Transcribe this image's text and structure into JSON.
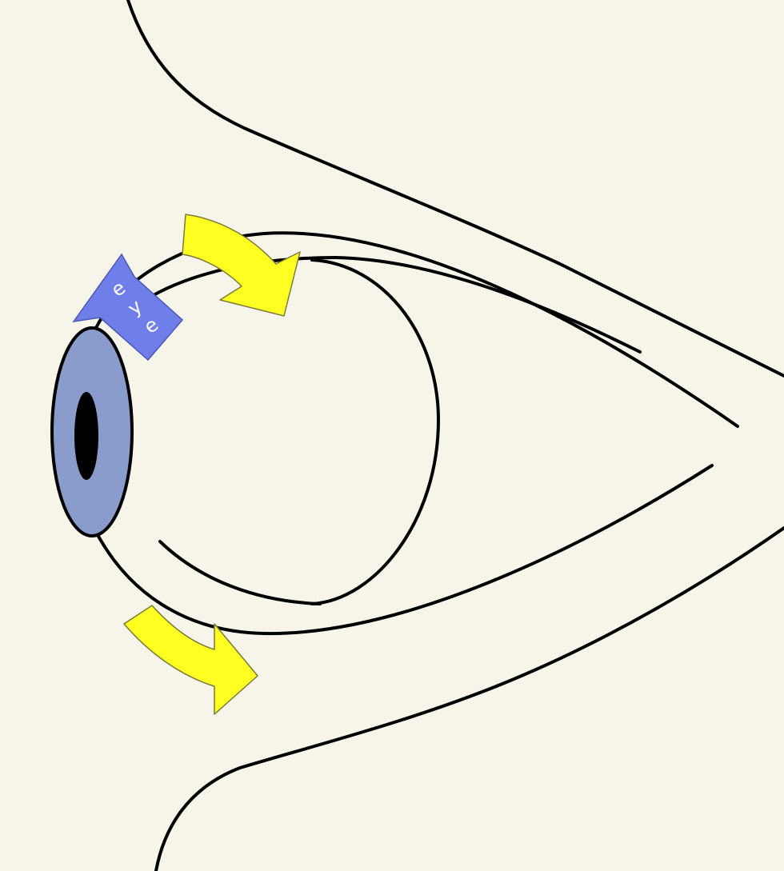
{
  "diagram": {
    "label_arrow": {
      "text_chars": [
        "e",
        "y",
        "e"
      ]
    },
    "colors": {
      "background": "#f7f4e9",
      "outline": "#000000",
      "iris": "#8a9ccc",
      "pupil": "#000000",
      "label_arrow": "#6f7ee8",
      "rotation_arrows": "#ffff22",
      "rotation_arrow_border": "#7a7a3a"
    }
  }
}
